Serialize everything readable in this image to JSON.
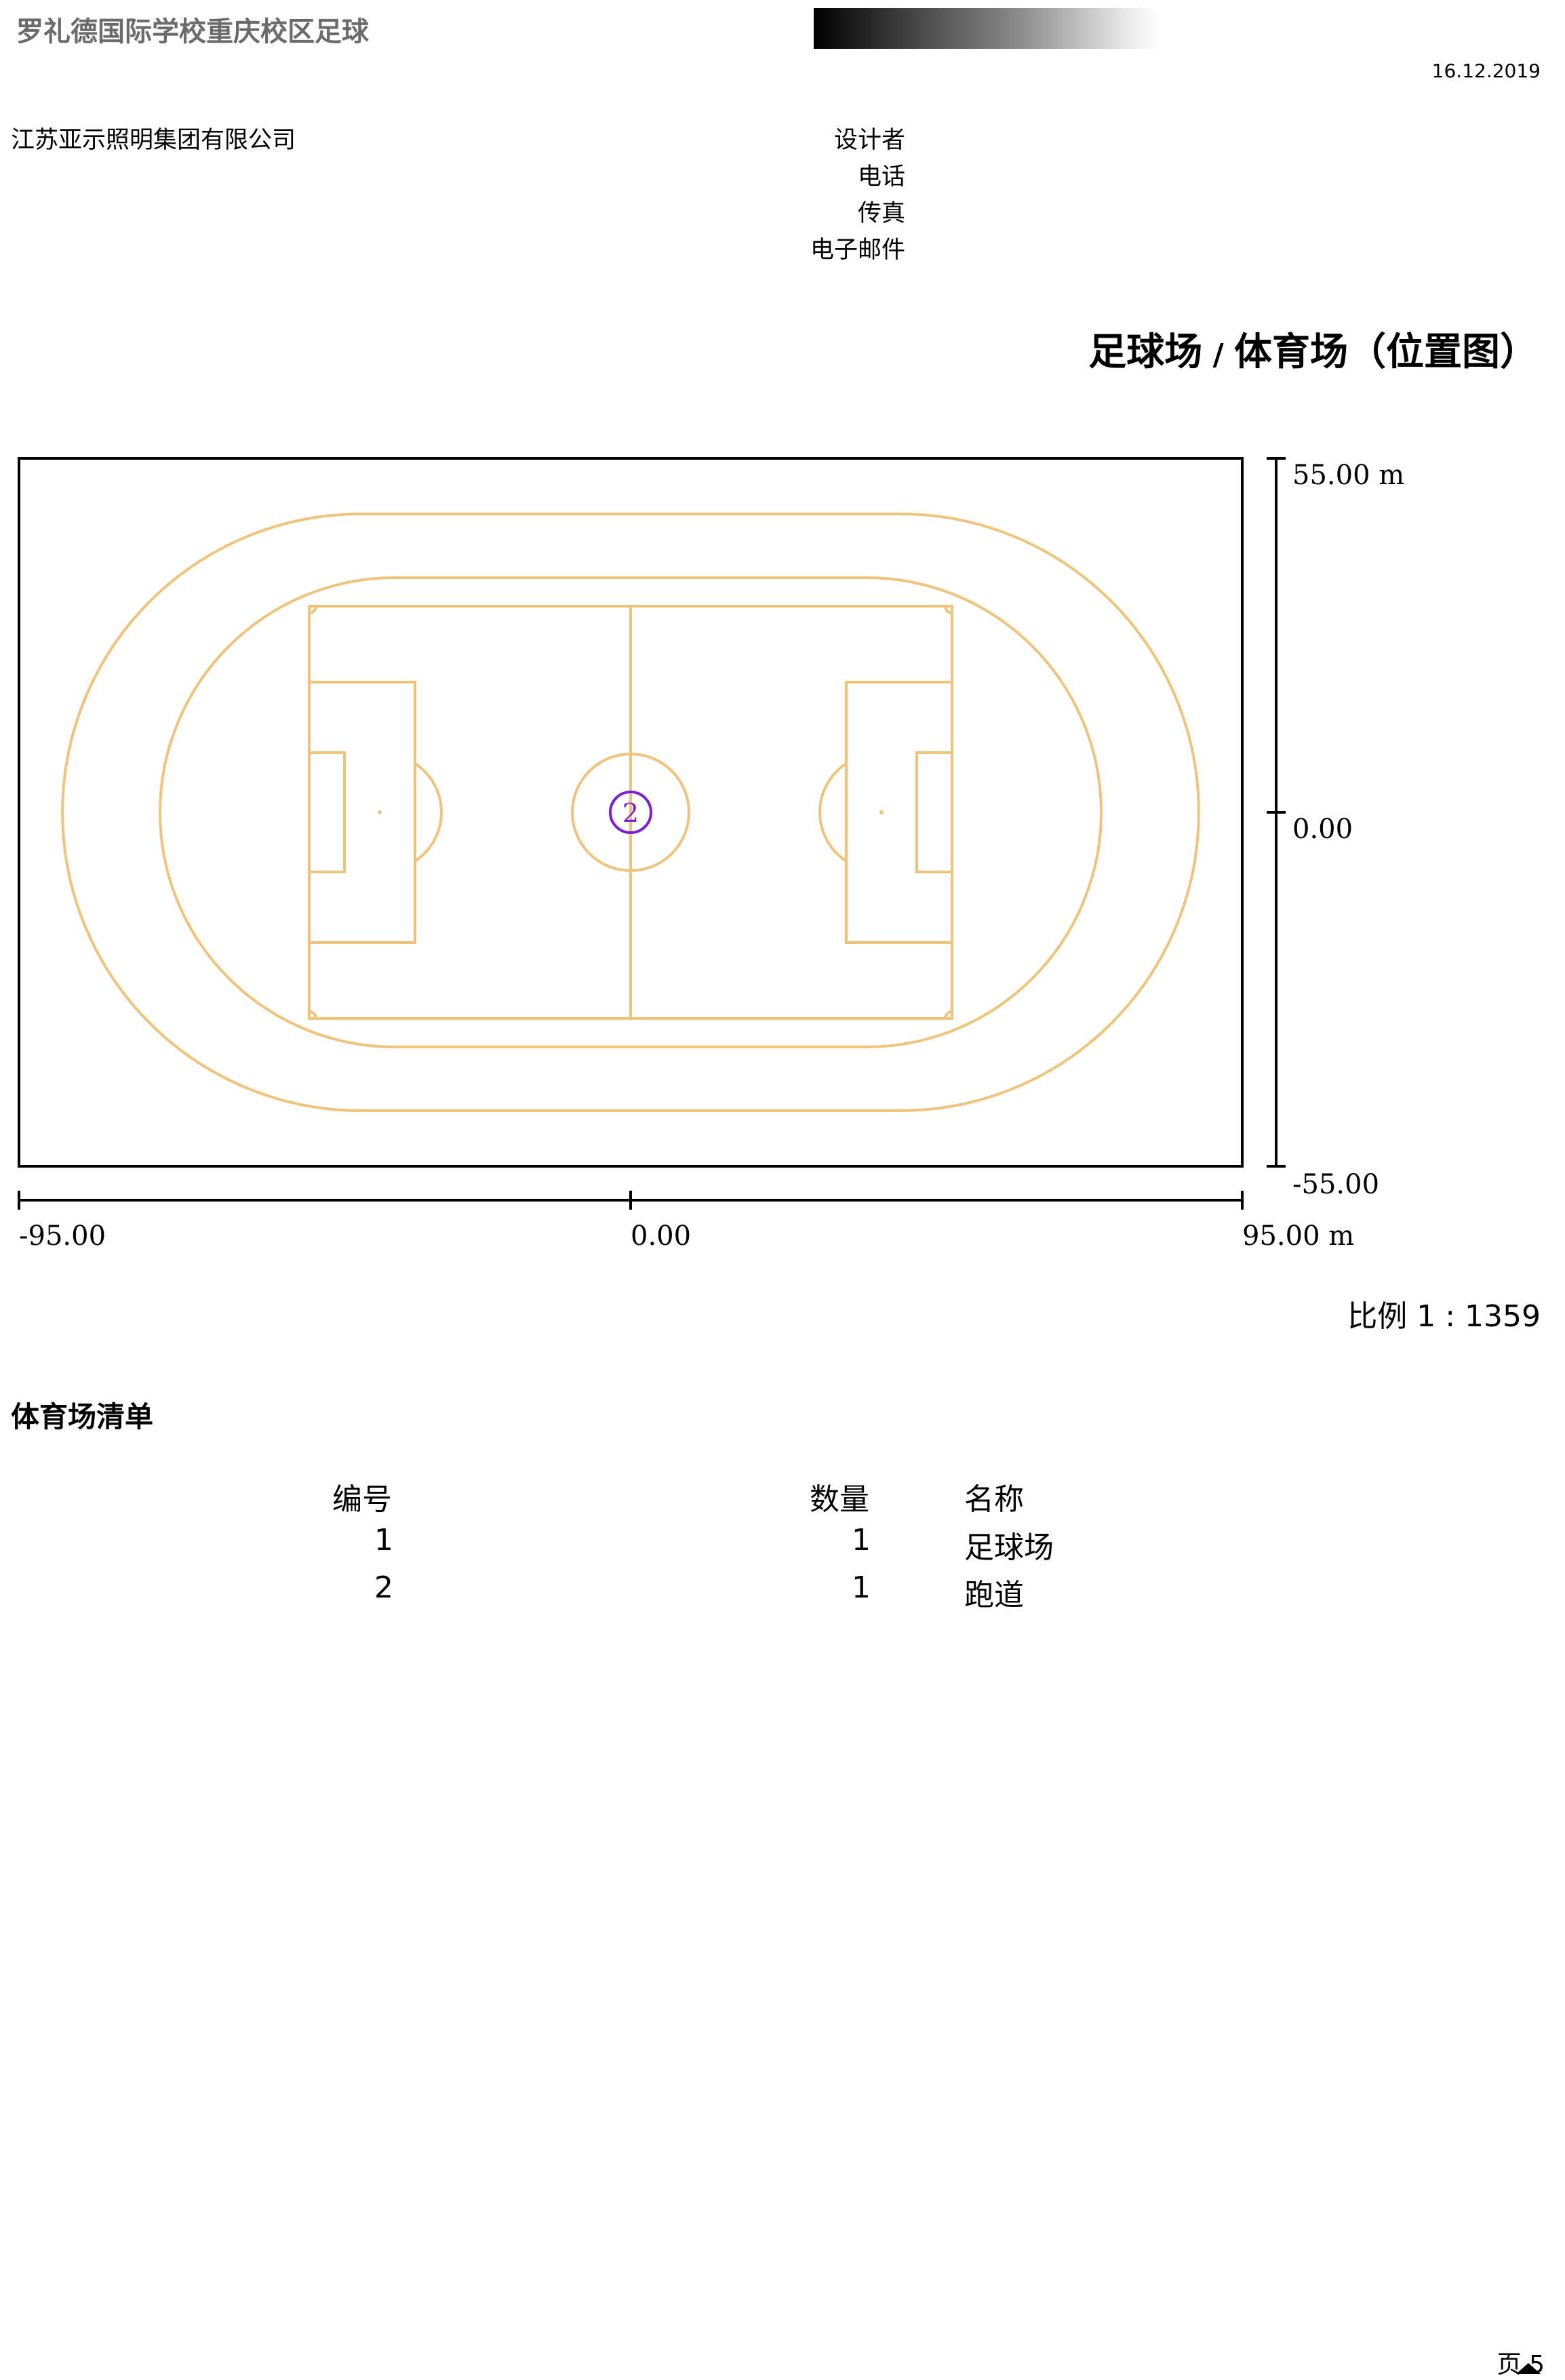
{
  "header": {
    "project_title": "罗礼德国际学校重庆校区足球",
    "date": "16.12.2019"
  },
  "company": {
    "name": "江苏亚示照明集团有限公司",
    "labels": {
      "designer": "设计者",
      "phone": "电话",
      "fax": "传真",
      "email": "电子邮件"
    }
  },
  "view": {
    "title_part1": "足球场",
    "separator": " / ",
    "title_part2": "体育场（位置图）"
  },
  "plan": {
    "x_min_label": "-95.00",
    "x_mid_label": "0.00",
    "x_max_label": "95.00 m",
    "y_max_label": "55.00 m",
    "y_mid_label": "0.00",
    "y_min_label": "-55.00",
    "marker_label": "2",
    "line_color": "#f0c37a",
    "marker_color": "#7a1fd6"
  },
  "scale": "比例 1 : 1359",
  "list": {
    "title": "体育场清单",
    "headers": {
      "number": "编号",
      "quantity": "数量",
      "name": "名称"
    },
    "rows": [
      {
        "number": "1",
        "quantity": "1",
        "name": "足球场"
      },
      {
        "number": "2",
        "quantity": "1",
        "name": "跑道"
      }
    ]
  },
  "footer": {
    "page": "页 5"
  }
}
